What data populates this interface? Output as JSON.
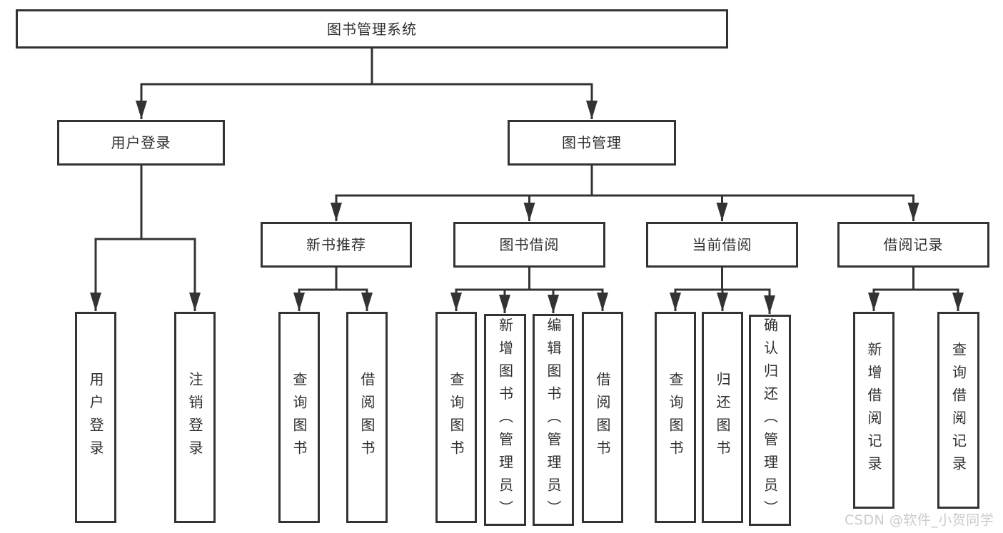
{
  "diagram": {
    "root": {
      "label": "图书管理系统"
    },
    "branches": [
      {
        "label": "用户登录",
        "children": [
          {
            "label": "用户登录"
          },
          {
            "label": "注销登录"
          }
        ]
      },
      {
        "label": "图书管理",
        "children": [
          {
            "label": "新书推荐",
            "children": [
              {
                "label": "查询图书"
              },
              {
                "label": "借阅图书"
              }
            ]
          },
          {
            "label": "图书借阅",
            "children": [
              {
                "label": "查询图书"
              },
              {
                "label": "新增图书（管理员）"
              },
              {
                "label": "编辑图书（管理员）"
              },
              {
                "label": "借阅图书"
              }
            ]
          },
          {
            "label": "当前借阅",
            "children": [
              {
                "label": "查询图书"
              },
              {
                "label": "归还图书"
              },
              {
                "label": "确认归还（管理员）"
              }
            ]
          },
          {
            "label": "借阅记录",
            "children": [
              {
                "label": "新增借阅记录"
              },
              {
                "label": "查询借阅记录"
              }
            ]
          }
        ]
      }
    ]
  },
  "watermark": {
    "text": "CSDN @软件_小贺同学"
  },
  "colors": {
    "line": "#333333",
    "text": "#2f2f2f",
    "background": "#ffffff",
    "watermark": "#c9c9c9"
  }
}
